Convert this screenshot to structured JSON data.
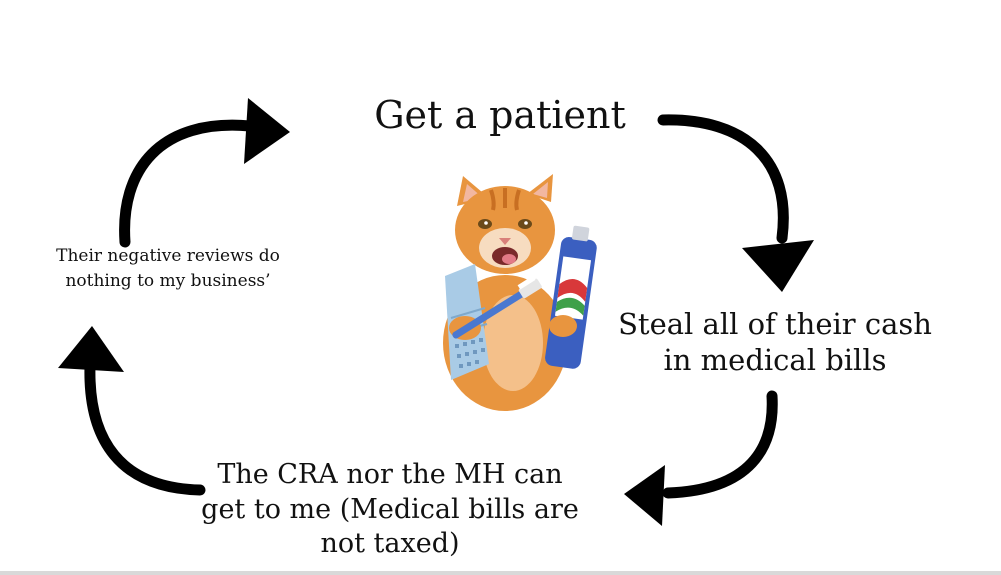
{
  "cycle": {
    "steps": [
      {
        "id": "top",
        "text": "Get a patient"
      },
      {
        "id": "right",
        "text": "Steal all of their cash in medical bills"
      },
      {
        "id": "bottom",
        "text": "The CRA nor the MH can get to me (Medical bills are not taxed)"
      },
      {
        "id": "left",
        "text": "Their negative reviews do nothing to my business’"
      }
    ],
    "arrow_color": "#000000"
  },
  "illustration": {
    "icon": "cat-with-toothbrush-and-toothpaste",
    "colors": {
      "fur": "#e8953f",
      "towel": "#a9cbe6",
      "tube": "#3b5fc0",
      "tube_stripe": "#d8383a"
    }
  }
}
